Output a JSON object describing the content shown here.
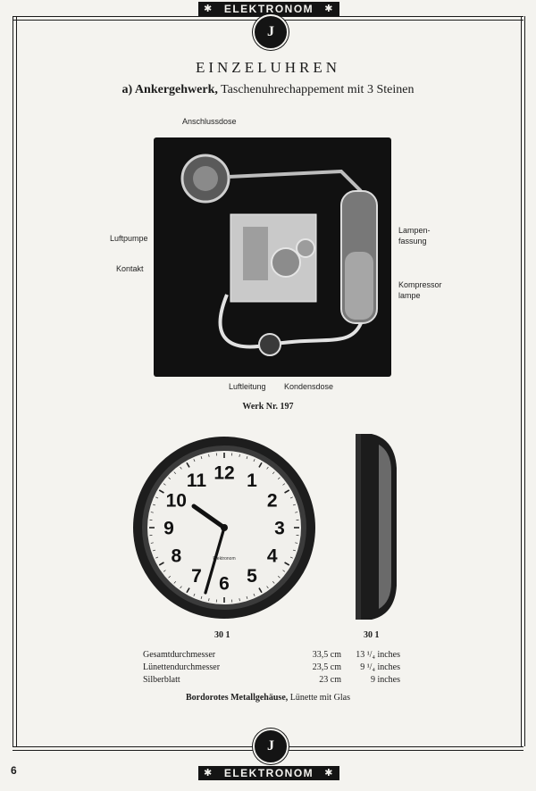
{
  "brand": {
    "name": "ELEKTRONOM",
    "emblem": "J"
  },
  "heading": {
    "title": "EINZELUHREN",
    "subtitle_bold": "a) Ankergehwerk,",
    "subtitle_rest": " Taschenuhrechappement mit 3 Steinen"
  },
  "figure1": {
    "labels": {
      "anschlussdose": "Anschlussdose",
      "luftpumpe": "Luftpumpe",
      "kontakt": "Kontakt",
      "lampen": "Lampen-",
      "fassung": "fassung",
      "kompressor": "Kompressor",
      "lampe": "lampe",
      "luftleitung": "Luftleitung",
      "kondensdose": "Kondensdose"
    },
    "caption": "Werk Nr. 197"
  },
  "clock": {
    "numerals": [
      "12",
      "1",
      "2",
      "3",
      "4",
      "5",
      "6",
      "7",
      "8",
      "9",
      "10",
      "11"
    ],
    "maker_mark": "Elektronom",
    "left_caption": "30 1",
    "right_caption": "30 1"
  },
  "specs": [
    {
      "label": "Gesamtdurchmesser",
      "cm": "33,5 cm",
      "inches": "13 ¹/₄ inches"
    },
    {
      "label": "Lünettendurchmesser",
      "cm": "23,5 cm",
      "inches": "9 ¹/₄ inches"
    },
    {
      "label": "Silberblatt",
      "cm": "23  cm",
      "inches": "9 inches"
    }
  ],
  "note": {
    "bold": "Bordorotes Metallgehäuse,",
    "rest": " Lünette mit Glas"
  },
  "page_number": "6"
}
